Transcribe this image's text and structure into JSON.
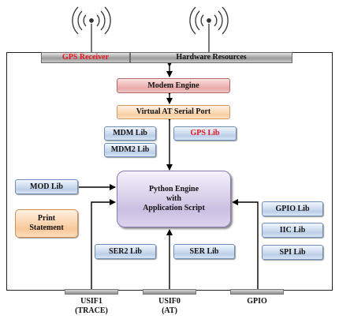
{
  "colors": {
    "highlight": "#e8141c"
  },
  "top_bar": {
    "gps_receiver": "GPS Receiver",
    "hardware_resources": "Hardware Resources"
  },
  "modem_engine": "Modem Engine",
  "virtual_at_serial_port": "Virtual AT Serial Port",
  "libs": {
    "mdm": "MDM Lib",
    "mdm2": "MDM2 Lib",
    "gps": "GPS Lib",
    "mod": "MOD Lib",
    "ser2": "SER2 Lib",
    "ser": "SER Lib",
    "gpio": "GPIO Lib",
    "iic": "IIC Lib",
    "spi": "SPI Lib"
  },
  "python_engine": {
    "line1": "Python Engine",
    "line2": "with",
    "line3": "Application Script"
  },
  "print_statement": {
    "line1": "Print",
    "line2": "Statement"
  },
  "ports": {
    "usif1": {
      "line1": "USIF1",
      "line2": "(TRACE)"
    },
    "usif0": {
      "line1": "USIF0",
      "line2": "(AT)"
    },
    "gpio": {
      "line1": "GPIO"
    }
  },
  "icons": [
    "antenna-icon",
    "antenna-icon"
  ]
}
